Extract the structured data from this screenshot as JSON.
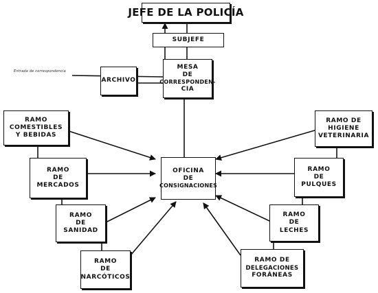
{
  "diagram": {
    "note": "Entrada de correspondencia",
    "boxes": {
      "jefe": [
        "JEFE DE LA POLICÍA"
      ],
      "subjefe": [
        "SUBJEFE"
      ],
      "mesa": [
        "MESA",
        "DE",
        "CORRESPONDEN-",
        "CIA"
      ],
      "archivo": [
        "ARCHIVO"
      ],
      "oficina": [
        "OFICINA",
        "DE",
        "CONSIGNACIONES"
      ],
      "comestibles": [
        "RAMO",
        "COMESTIBLES",
        "Y BEBIDAS"
      ],
      "mercados": [
        "RAMO",
        "DE",
        "MERCADOS"
      ],
      "sanidad": [
        "RAMO",
        "DE",
        "SANIDAD"
      ],
      "narcoticos": [
        "RAMO",
        "DE",
        "NARCÓTICOS"
      ],
      "higiene": [
        "RAMO DE",
        "HIGIENE",
        "VETERINARIA"
      ],
      "pulques": [
        "RAMO",
        "DE",
        "PULQUES"
      ],
      "leches": [
        "RAMO",
        "DE",
        "LECHES"
      ],
      "delegaciones": [
        "RAMO DE",
        "DELEGACIONES",
        "FORÁNEAS"
      ]
    }
  }
}
